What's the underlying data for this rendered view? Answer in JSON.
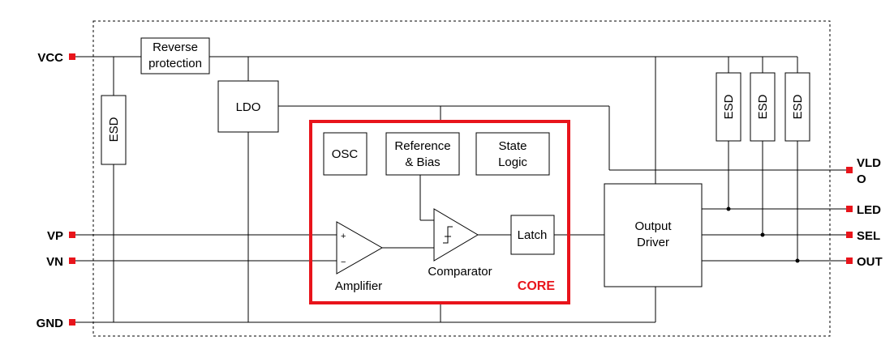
{
  "pins": {
    "vcc": "VCC",
    "vp": "VP",
    "vn": "VN",
    "gnd": "GND",
    "vldo_line1": "VLD",
    "vldo_line2": "O",
    "led": "LED",
    "sel": "SEL",
    "out": "OUT"
  },
  "blocks": {
    "reverse_line1": "Reverse",
    "reverse_line2": "protection",
    "esd": "ESD",
    "ldo": "LDO",
    "osc": "OSC",
    "ref_line1": "Reference",
    "ref_line2": "& Bias",
    "state_line1": "State",
    "state_line2": "Logic",
    "amplifier": "Amplifier",
    "comparator": "Comparator",
    "latch": "Latch",
    "driver_line1": "Output",
    "driver_line2": "Driver",
    "core": "CORE",
    "plus": "+",
    "minus": "−"
  },
  "colors": {
    "core_border": "#e8141b",
    "pin_marker": "#e8141b",
    "wire": "#000000"
  }
}
